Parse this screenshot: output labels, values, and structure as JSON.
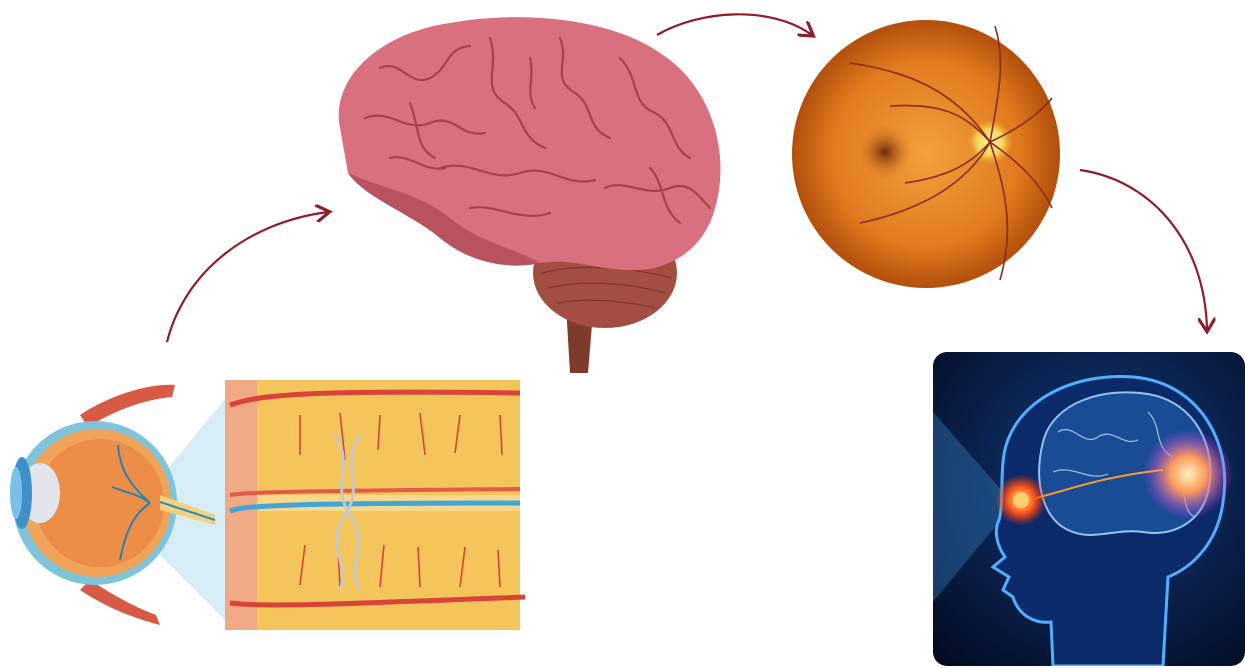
{
  "diagram": {
    "panels": [
      {
        "id": "eye-optic-nerve",
        "icon": "eye-optic-nerve-illustration"
      },
      {
        "id": "brain",
        "icon": "brain-illustration"
      },
      {
        "id": "retina-fundus",
        "icon": "retina-fundus-photo"
      },
      {
        "id": "head-visual-pathway",
        "icon": "head-visual-pathway-illustration"
      }
    ],
    "arrows": [
      {
        "from": "eye-optic-nerve",
        "to": "brain"
      },
      {
        "from": "brain",
        "to": "retina-fundus"
      },
      {
        "from": "retina-fundus",
        "to": "head-visual-pathway"
      }
    ],
    "colors": {
      "arrow": "#8e1d2b",
      "brain": "#d9707e",
      "retina": "#e07a1e",
      "nerve": "#f2c24a",
      "head_bg": "#05163a",
      "head_glow": "#2f8fff"
    }
  }
}
